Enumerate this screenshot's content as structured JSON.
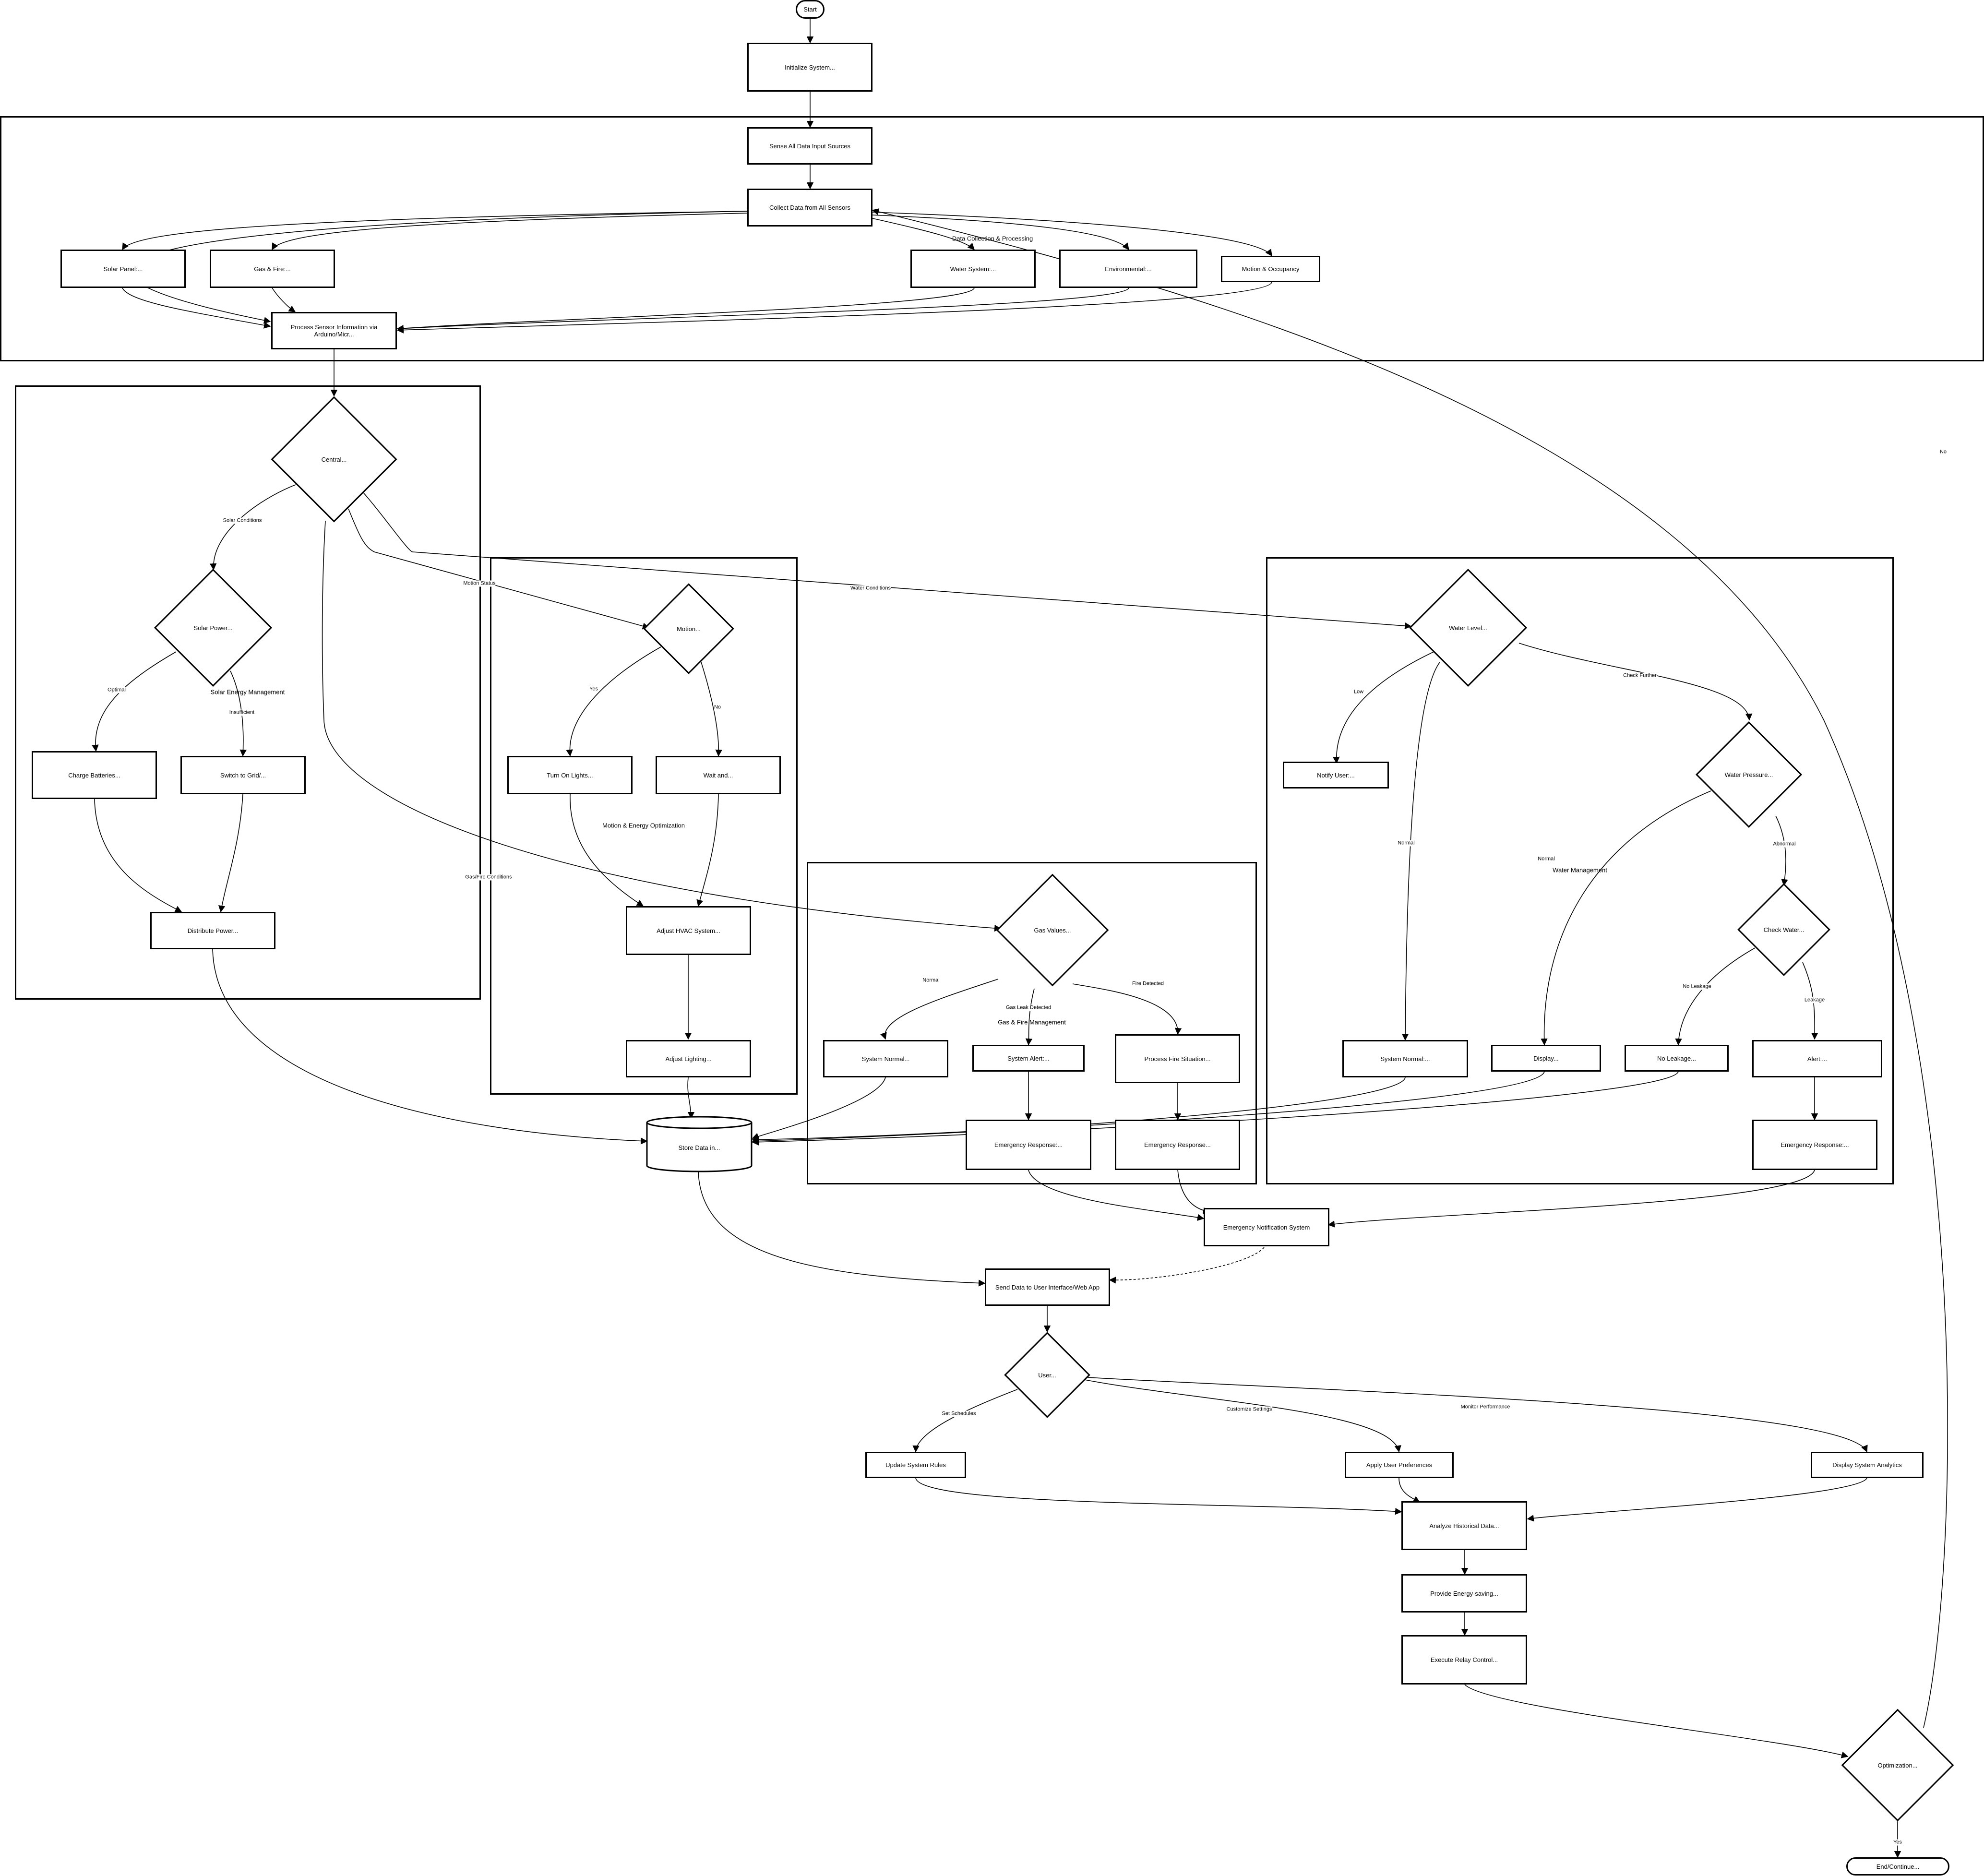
{
  "nodes": {
    "start": "Start",
    "init": "Initialize System...",
    "sense": "Sense All Data Input Sources",
    "collect": "Collect Data from All Sensors",
    "solar_panel": "Solar Panel:...",
    "gas_fire": "Gas & Fire:...",
    "water_system": "Water System:...",
    "environmental": "Environmental:...",
    "motion_occ": "Motion & Occupancy",
    "process_sensor": "Process Sensor Information via Arduino/Micr...",
    "central": "Central...",
    "solar_power": "Solar Power...",
    "charge_batteries": "Charge Batteries...",
    "switch_grid": "Switch to Grid/...",
    "distribute_power": "Distribute Power...",
    "motion": "Motion...",
    "turn_on_lights": "Turn On Lights...",
    "wait_and": "Wait and...",
    "adjust_hvac": "Adjust HVAC System...",
    "adjust_lighting": "Adjust Lighting...",
    "gas_values": "Gas Values...",
    "system_normal_gas": "System Normal...",
    "system_alert": "System Alert:...",
    "process_fire": "Process Fire Situation...",
    "emergency_response_1": "Emergency Response:...",
    "emergency_response_2": "Emergency Response...",
    "water_level": "Water Level...",
    "notify_user": "Notify User:...",
    "water_pressure": "Water Pressure...",
    "check_water": "Check Water...",
    "system_normal_water": "System Normal:...",
    "display": "Display...",
    "no_leakage": "No Leakage...",
    "alert": "Alert:...",
    "emergency_response_3": "Emergency Response:...",
    "store_data": "Store Data in...",
    "emergency_notification": "Emergency Notification System",
    "send_data": "Send Data to User Interface/Web App",
    "user": "User...",
    "update_rules": "Update System Rules",
    "apply_prefs": "Apply User Preferences",
    "display_analytics": "Display System Analytics",
    "analyze": "Analyze Historical Data...",
    "provide": "Provide Energy-saving...",
    "execute": "Execute Relay Control...",
    "optimization": "Optimization...",
    "end": "End/Continue..."
  },
  "groups": {
    "data_collection": "Data Collection & Processing",
    "solar_mgmt": "Solar Energy Management",
    "motion_mgmt": "Motion & Energy Optimization",
    "gas_mgmt": "Gas & Fire Management",
    "water_mgmt": "Water Management"
  },
  "edge_labels": {
    "solar_conditions": "Solar Conditions",
    "motion_status": "Motion Status",
    "water_conditions": "Water Conditions",
    "gas_fire_conditions": "Gas/Fire Conditions",
    "optimal": "Optimal",
    "insufficient": "Insufficient",
    "yes_motion": "Yes",
    "no_motion": "No",
    "normal_gas": "Normal",
    "gas_leak": "Gas Leak Detected",
    "fire_detected": "Fire Detected",
    "low": "Low",
    "normal_level": "Normal",
    "check_further": "Check Further",
    "normal_pressure": "Normal",
    "abnormal": "Abnormal",
    "no_leakage": "No Leakage",
    "leakage": "Leakage",
    "set_schedules": "Set Schedules",
    "customize_settings": "Customize Settings",
    "monitor_performance": "Monitor Performance",
    "yes_opt": "Yes",
    "no_opt": "No"
  },
  "colors": {
    "stroke": "#000000",
    "background": "#ffffff"
  }
}
